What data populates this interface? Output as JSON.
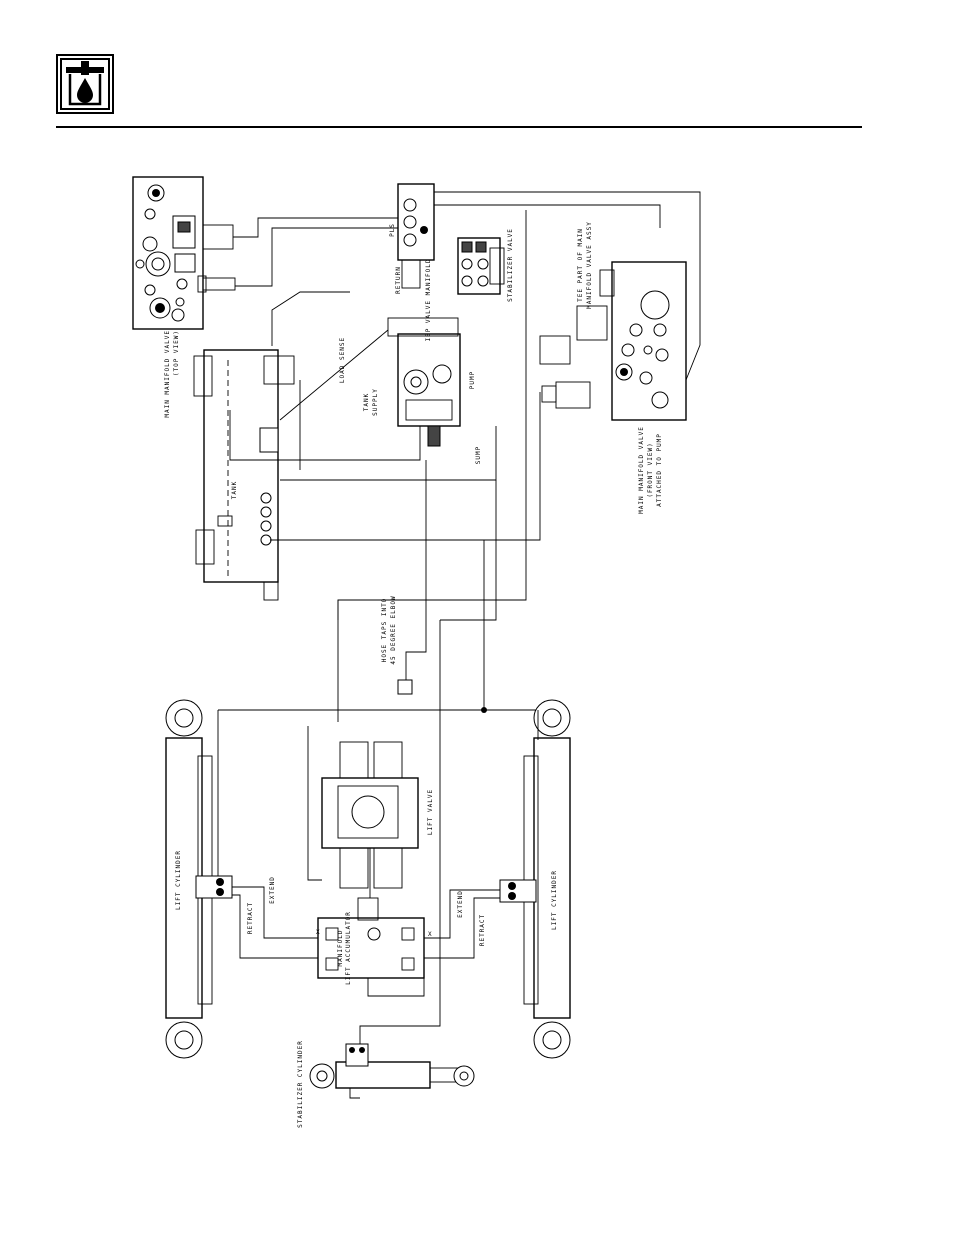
{
  "header": {
    "logo_icon": "hydraulic-fluid-drop-icon"
  },
  "labels": {
    "main_manifold_top": [
      "MAIN MANIFOLD VALVE",
      "(TOP VIEW)"
    ],
    "main_manifold_front": [
      "MAIN MANIFOLD VALVE",
      "(FRONT VIEW)",
      "ATTACHED TO PUMP"
    ],
    "tee_note": [
      "TEE PART OF MAIN",
      "MANIFOLD VALVE ASSY"
    ],
    "return": "RETURN",
    "pls": "PLS",
    "ibp_valve_manifold": "IBP VALVE MANIFOLD",
    "stabilizer_valve": "STABILIZER VALVE",
    "load_sense": "LOAD SENSE",
    "tank_supply": [
      "TANK",
      "SUPPLY"
    ],
    "pump": "PUMP",
    "sump": "SUMP",
    "tank": "TANK",
    "hose_note": [
      "HOSE TAPS INTO",
      "45 DEGREE ELBOW"
    ],
    "lift_valve": "LIFT VALVE",
    "lift_cylinder_left": "LIFT CYLINDER",
    "lift_cylinder_right": "LIFT CYLINDER",
    "extend_left": "EXTEND",
    "retract_left": "RETRACT",
    "extend_right": "EXTEND",
    "retract_right": "RETRACT",
    "lift_accumulator_manifold": [
      "LIFT ACCUMULATOR",
      "MANIFOLD"
    ],
    "stabilizer_cylinder": "STABILIZER CYLINDER",
    "port_x": "X"
  }
}
